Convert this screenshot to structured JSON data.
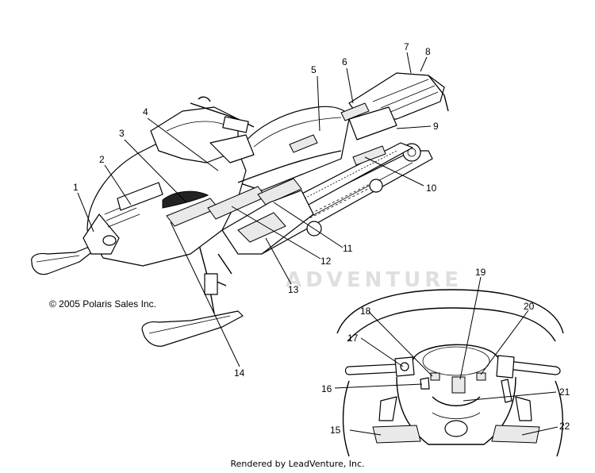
{
  "copyright": "© 2005 Polaris Sales Inc.",
  "credit": "Rendered by LeadVenture, Inc.",
  "watermark": "ADVENTURE",
  "callouts": [
    "1",
    "2",
    "3",
    "4",
    "5",
    "6",
    "7",
    "8",
    "9",
    "10",
    "11",
    "12",
    "13",
    "14",
    "15",
    "16",
    "17",
    "18",
    "19",
    "20",
    "21",
    "22"
  ]
}
